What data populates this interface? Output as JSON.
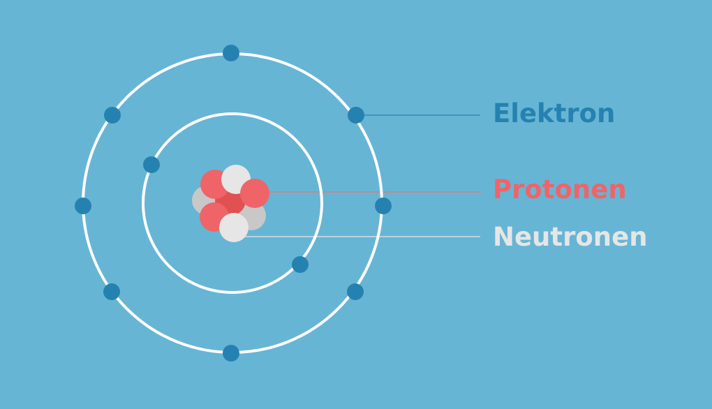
{
  "labels": {
    "electron": "Elektron",
    "proton": "Protonen",
    "neutron": "Neutronen"
  },
  "colors": {
    "background": "#67b5d4",
    "orbit": "#ffffff",
    "electron": "#2582b0",
    "proton": "#ef6468",
    "proton_core": "#e15151",
    "neutron": "#e6e6e6",
    "neutron_back": "#c8c8c8",
    "electron_label": "#2582b0",
    "proton_label": "#ef6468",
    "neutron_label": "#e6e6e6",
    "electron_leader": "#2582b0",
    "proton_leader": "#e07a7a",
    "neutron_leader": "#e6e6e6"
  },
  "shells": [
    {
      "name": "inner-shell",
      "electron_count": 2
    },
    {
      "name": "outer-shell",
      "electron_count": 8
    }
  ]
}
